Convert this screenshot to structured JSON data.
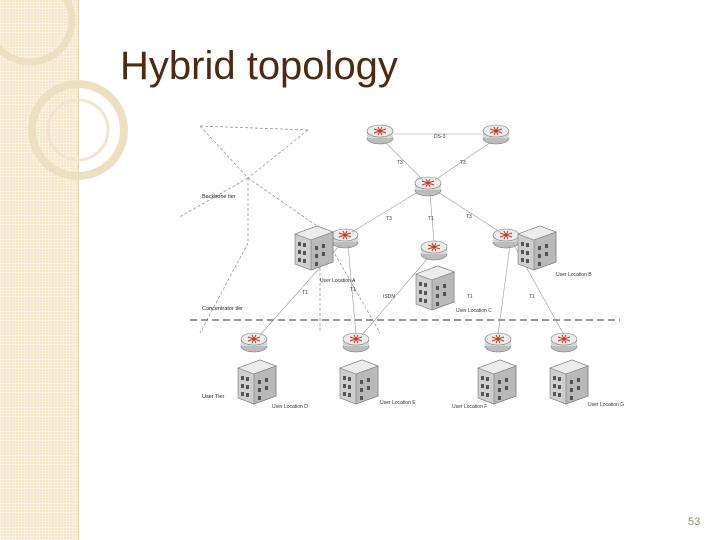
{
  "slide": {
    "title": "Hybrid topology",
    "number": "53"
  },
  "diagram": {
    "tiers": {
      "backbone": "Backbone tier",
      "concentrator": "Concentrator tier",
      "user": "User Tier"
    },
    "link_labels": {
      "t3_top": "T3",
      "t3_top2": "T3",
      "t3_left": "T3",
      "t3_right": "T3",
      "t1_center": "T1",
      "t1_a": "T1",
      "t1_b": "T1",
      "t1_c": "T1",
      "t1_d": "T1",
      "d5_label": "DS-3",
      "d5_label2": "ISDN"
    },
    "locations": {
      "a": "User Location A",
      "b": "User Location B",
      "c": "User Location C",
      "d": "User Location D",
      "e": "User Location E",
      "f": "User Location F",
      "g": "User Location G"
    }
  }
}
